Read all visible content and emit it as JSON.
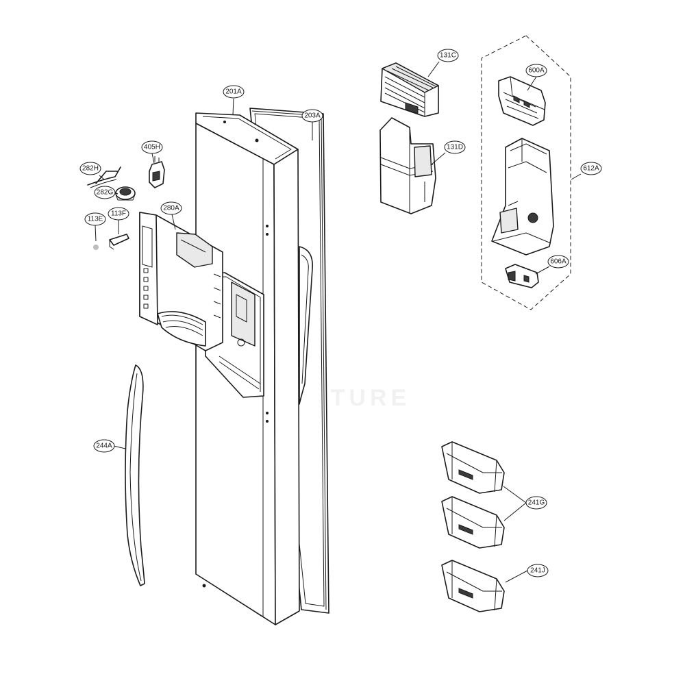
{
  "watermark": "LG.VENTURE",
  "parts": [
    {
      "id": "p201A",
      "label": "201A"
    },
    {
      "id": "p203A",
      "label": "203A"
    },
    {
      "id": "p405H",
      "label": "405H"
    },
    {
      "id": "p282H",
      "label": "282H"
    },
    {
      "id": "p282G",
      "label": "282G"
    },
    {
      "id": "p280A",
      "label": "280A"
    },
    {
      "id": "p113F",
      "label": "113F"
    },
    {
      "id": "p113E",
      "label": "113E"
    },
    {
      "id": "p244A",
      "label": "244A"
    },
    {
      "id": "p131C",
      "label": "131C"
    },
    {
      "id": "p131D",
      "label": "131D"
    },
    {
      "id": "p600A",
      "label": "600A"
    },
    {
      "id": "p612A",
      "label": "612A"
    },
    {
      "id": "p606A",
      "label": "606A"
    },
    {
      "id": "p241G",
      "label": "241G"
    },
    {
      "id": "p241J",
      "label": "241J"
    }
  ]
}
